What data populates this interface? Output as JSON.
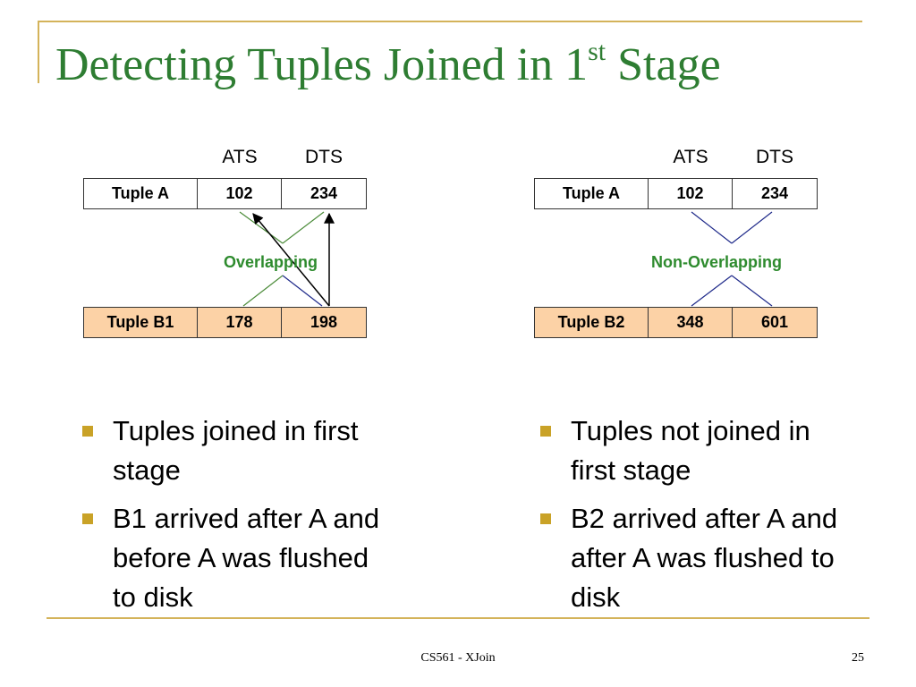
{
  "title": {
    "main": "Detecting Tuples Joined in 1",
    "sup": "st",
    "tail": " Stage"
  },
  "left": {
    "headers": {
      "ats": "ATS",
      "dts": "DTS"
    },
    "tuple_a": [
      "Tuple A",
      "102",
      "234"
    ],
    "tuple_b": [
      "Tuple B1",
      "178",
      "198"
    ],
    "status": "Overlapping",
    "bullets": [
      "Tuples joined in first stage",
      "B1 arrived after A and before A was flushed to disk"
    ]
  },
  "right": {
    "headers": {
      "ats": "ATS",
      "dts": "DTS"
    },
    "tuple_a": [
      "Tuple A",
      "102",
      "234"
    ],
    "tuple_b": [
      "Tuple B2",
      "348",
      "601"
    ],
    "status": "Non-Overlapping",
    "bullets": [
      "Tuples not joined in first stage",
      "B2 arrived after A and after A was flushed to disk"
    ]
  },
  "footer": {
    "course": "CS561 - XJoin",
    "page": "25"
  },
  "colors": {
    "title": "#2e7d32",
    "accent": "#d4b35a",
    "highlight": "#fcd2a6",
    "status": "#2e8b2e",
    "line_green": "#4c8c3a",
    "line_navy": "#1f2a8a",
    "bullet": "#c9a227"
  }
}
